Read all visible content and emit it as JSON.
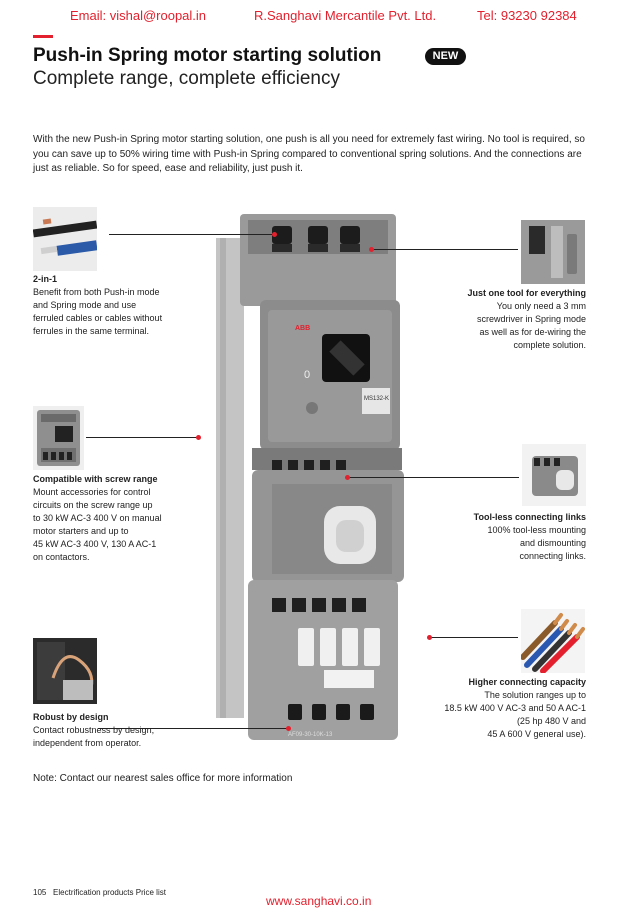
{
  "header": {
    "email": "Email: vishal@roopal.in",
    "company": "R.Sanghavi Mercantile Pvt. Ltd.",
    "phone": "Tel: 93230 92384"
  },
  "title": "Push-in Spring motor starting solution",
  "badge": "NEW",
  "subtitle": "Complete range, complete efficiency",
  "intro": "With the new Push-in Spring motor starting solution, one push is all you need for extremely fast wiring. No tool is required, so you can save up to 50% wiring time with Push-in Spring compared to conventional spring solutions. And the connections are just as reliable. So for speed, ease and reliability, just push it.",
  "features": {
    "two_in_one": {
      "title": "2-in-1",
      "lines": [
        "Benefit from both Push-in mode",
        "and Spring mode and use",
        "ferruled cables or cables without",
        "ferrules in the same terminal."
      ]
    },
    "screw_range": {
      "title": "Compatible with screw range",
      "lines": [
        "Mount accessories for control",
        "circuits on the screw range up",
        "to 30 kW AC-3 400 V on manual",
        "motor starters and up to",
        "45 kW AC-3 400 V, 130 A AC-1",
        "on contactors."
      ]
    },
    "robust": {
      "title": "Robust by design",
      "lines": [
        "Contact robustness by design,",
        "independent from operator."
      ]
    },
    "one_tool": {
      "title": "Just one tool for everything",
      "lines": [
        "You only need a 3 mm",
        "screwdriver in Spring mode",
        "as well as for de-wiring the",
        "complete solution."
      ]
    },
    "toolless": {
      "title": "Tool-less connecting links",
      "lines": [
        "100% tool-less mounting",
        "and dismounting",
        "connecting links."
      ]
    },
    "higher_capacity": {
      "title": "Higher connecting capacity",
      "lines": [
        "The solution ranges up to",
        "18.5 kW 400 V AC-3 and 50 A AC-1",
        "(25 hp 480 V and",
        "45 A 600 V general use)."
      ]
    }
  },
  "product": {
    "brand": "ABB",
    "model": "MS132-K",
    "dial_value": "0",
    "contactor_label": "AF09-30-10K-13"
  },
  "note": "Note: Contact our nearest sales office for more information",
  "footer": {
    "page": "105",
    "section": "Electrification products Price list",
    "url": "www.sanghavi.co.in"
  },
  "colors": {
    "accent": "#e3202d",
    "text": "#1a1a1a",
    "device_grey": "#8a8a8a"
  }
}
